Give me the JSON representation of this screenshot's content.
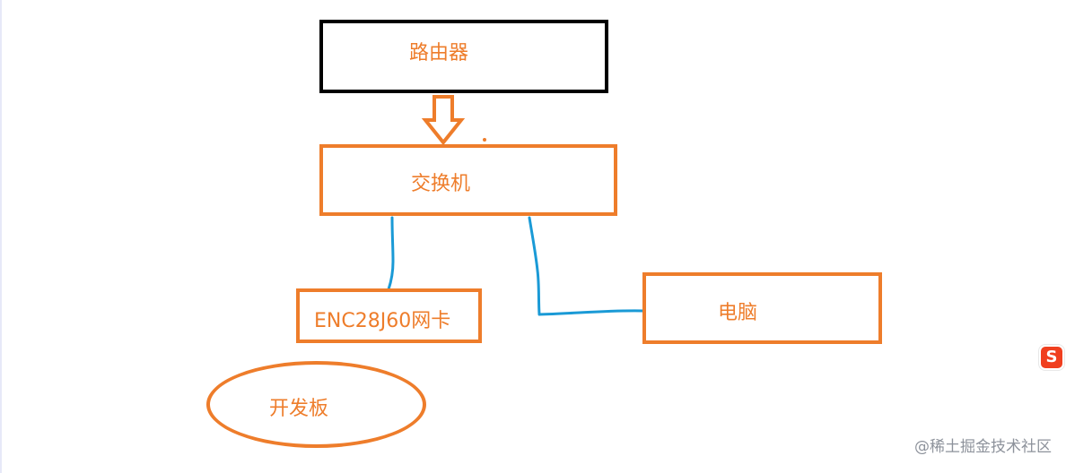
{
  "diagram": {
    "nodes": {
      "router": "路由器",
      "switch": "交换机",
      "nic": "ENC28J60网卡",
      "pc": "电脑",
      "board": "开发板"
    },
    "colors": {
      "node_border": "#ee7d2b",
      "router_border": "#000000",
      "label": "#ee7d2b",
      "link": "#1a9ad6",
      "arrow": "#ee7d2b"
    }
  },
  "overlay": {
    "ime_icon": "sogou-input-icon",
    "ime_glyph": "S"
  },
  "watermark": "@稀土掘金技术社区"
}
